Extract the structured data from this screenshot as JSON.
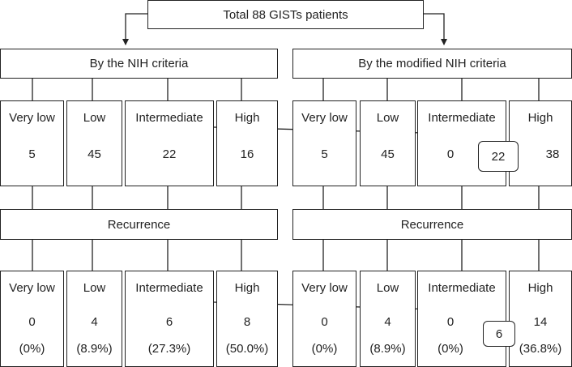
{
  "top": {
    "label": "Total 88 GISTs patients"
  },
  "left_header": {
    "label": "By the NIH criteria"
  },
  "right_header": {
    "label": "By the modified NIH criteria"
  },
  "recurrence_label": "Recurrence",
  "left_categories": [
    {
      "name": "Very low",
      "count": "5"
    },
    {
      "name": "Low",
      "count": "45"
    },
    {
      "name": "Intermediate",
      "count": "22"
    },
    {
      "name": "High",
      "count": "16"
    }
  ],
  "right_categories": [
    {
      "name": "Very low",
      "count": "5"
    },
    {
      "name": "Low",
      "count": "45"
    },
    {
      "name": "Intermediate",
      "count": "0"
    },
    {
      "name": "High",
      "count": "38"
    }
  ],
  "left_recurrence": [
    {
      "name": "Very low",
      "count": "0",
      "pct": "(0%)"
    },
    {
      "name": "Low",
      "count": "4",
      "pct": "(8.9%)"
    },
    {
      "name": "Intermediate",
      "count": "6",
      "pct": "(27.3%)"
    },
    {
      "name": "High",
      "count": "8",
      "pct": "(50.0%)"
    }
  ],
  "right_recurrence": [
    {
      "name": "Very low",
      "count": "0",
      "pct": "(0%)"
    },
    {
      "name": "Low",
      "count": "4",
      "pct": "(8.9%)"
    },
    {
      "name": "Intermediate",
      "count": "0",
      "pct": "(0%)"
    },
    {
      "name": "High",
      "count": "14",
      "pct": "(36.8%)"
    }
  ],
  "transfer_top": "22",
  "transfer_bottom": "6"
}
